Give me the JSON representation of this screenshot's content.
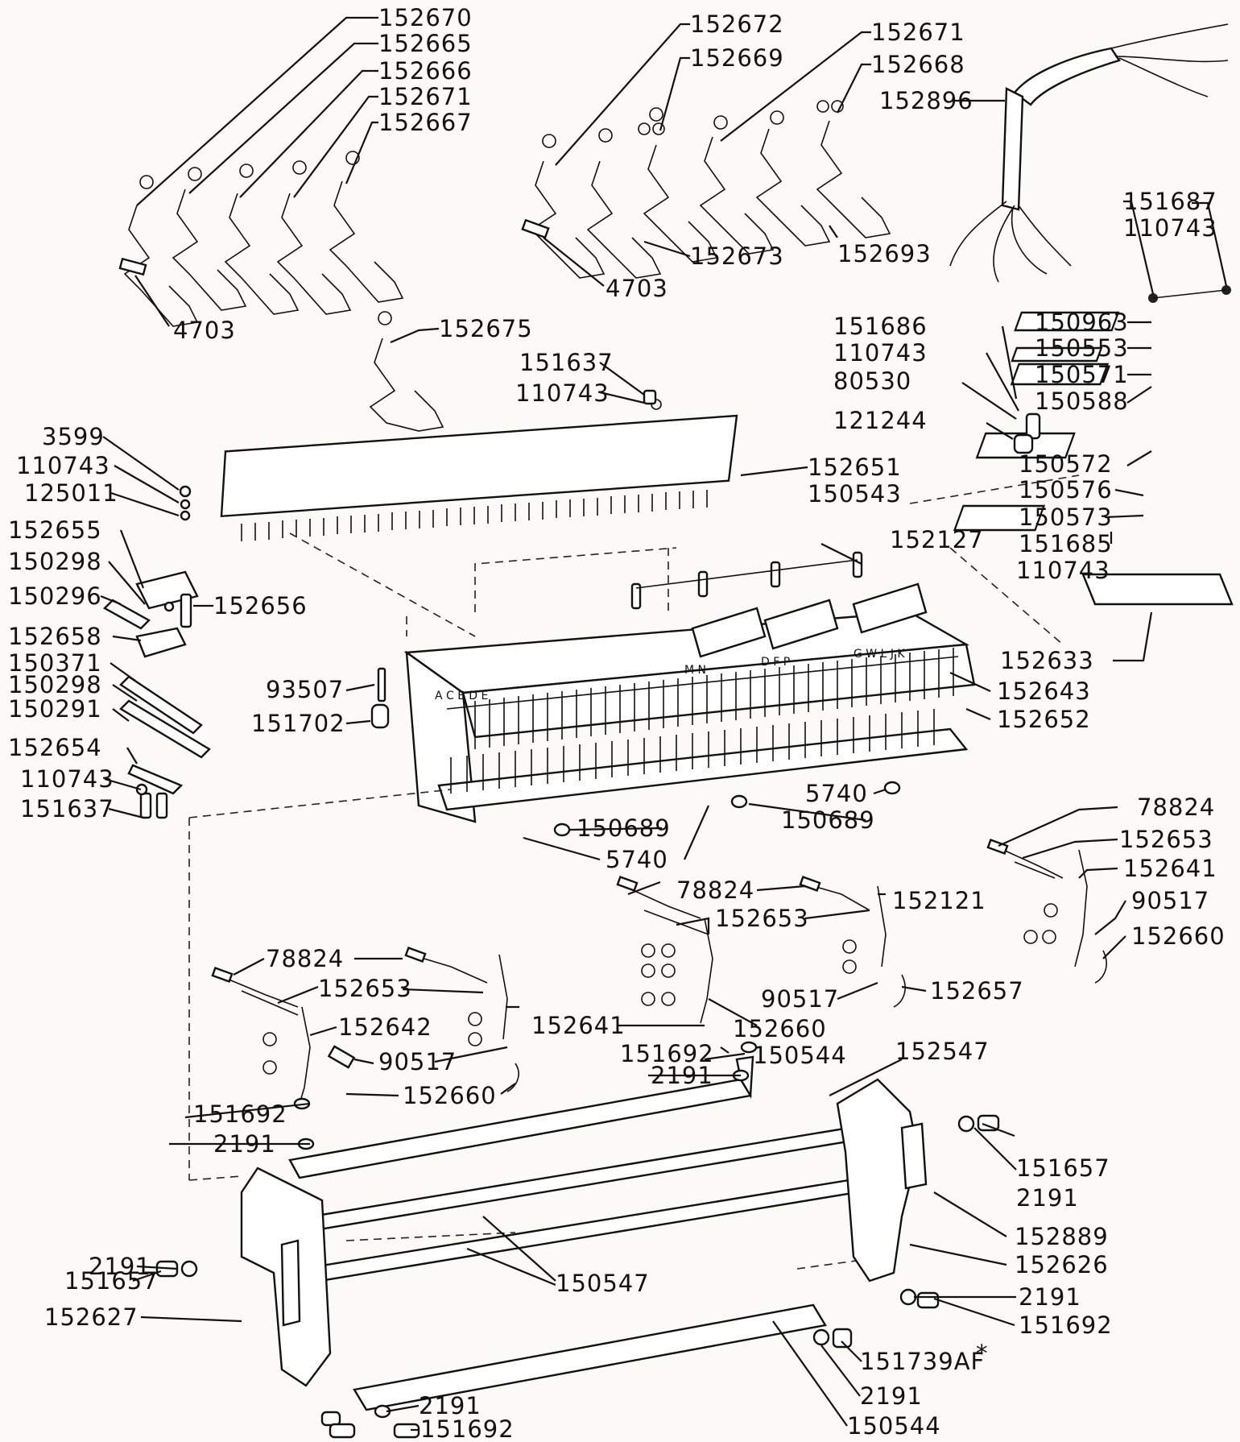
{
  "parts": {
    "p152670": "152670",
    "p152665": "152665",
    "p152666": "152666",
    "p152671a": "152671",
    "p152667": "152667",
    "p4703a": "4703",
    "p152672": "152672",
    "p152669": "152669",
    "p152671b": "152671",
    "p152668": "152668",
    "p152896": "152896",
    "p152673": "152673",
    "p152693": "152693",
    "p4703b": "4703",
    "p151687": "151687",
    "p110743a": "110743",
    "p152675": "152675",
    "p151637a": "151637",
    "p110743b": "110743",
    "p151686": "151686",
    "p110743c": "110743",
    "p80530": "80530",
    "p121244": "121244",
    "p150963": "150963",
    "p150553": "150553",
    "p150571": "150571",
    "p150588": "150588",
    "p150572": "150572",
    "p150576": "150576",
    "p150573": "150573",
    "p151685": "151685",
    "p110743d": "110743",
    "p152633": "152633",
    "p3599": "3599",
    "p110743e": "110743",
    "p125011": "125011",
    "p152655": "152655",
    "p150298a": "150298",
    "p150296": "150296",
    "p152656": "152656",
    "p152658": "152658",
    "p150371": "150371",
    "p150298b": "150298",
    "p150291": "150291",
    "p152654": "152654",
    "p110743f": "110743",
    "p151637b": "151637",
    "p152651": "152651",
    "p150543": "150543",
    "p152127": "152127",
    "p93507": "93507",
    "p151702": "151702",
    "p152643": "152643",
    "p152652": "152652",
    "p5740a": "5740",
    "p150689a": "150689",
    "p150689b": "150689",
    "p5740b": "5740",
    "p78824a": "78824",
    "p152653a": "152653",
    "p152641a": "152641",
    "p90517a": "90517",
    "p152660a": "152660",
    "p78824b": "78824",
    "p152653b": "152653",
    "p152121": "152121",
    "p152657": "152657",
    "p90517b": "90517",
    "p152660b": "152660",
    "p152641b": "152641",
    "p78824c": "78824",
    "p152653c": "152653",
    "p152642": "152642",
    "p90517c": "90517",
    "p152660c": "152660",
    "p151692a": "151692",
    "p2191a": "2191",
    "p150544a": "150544",
    "p152547": "152547",
    "p151692b": "151692",
    "p2191b": "2191",
    "p151657a": "151657",
    "p2191c": "2191",
    "p152889": "152889",
    "p152626": "152626",
    "p2191d": "2191",
    "p151692c": "151692",
    "p2191e": "2191",
    "p151657b": "151657",
    "p152627": "152627",
    "p150547": "150547",
    "p151739af": "151739AF",
    "asterisk": "*",
    "p2191f": "2191",
    "p150544b": "150544",
    "p2191g": "2191",
    "p151692d": "151692"
  },
  "bar_letters": {
    "left": "A C B D E",
    "mid1": "M N",
    "mid2": "D F  P",
    "right": "G W   L J K"
  }
}
